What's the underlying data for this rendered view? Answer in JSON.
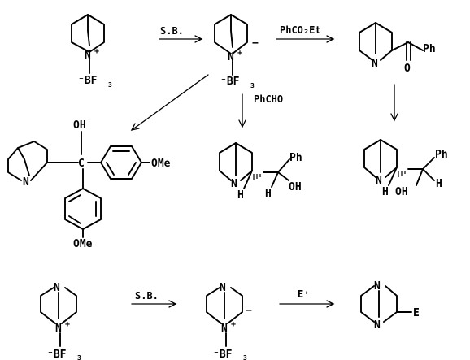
{
  "scheme": {
    "labels": {
      "sb": "S.B.",
      "ester": "PhCO₂Et",
      "aldehyde": "PhCHO",
      "electrophile": "E⁺"
    },
    "atoms": {
      "n": "N",
      "n_plus": "N",
      "plus": "+",
      "minus": "−",
      "bf3": "⁻BF",
      "bf3_sub": "3",
      "ph": "Ph",
      "oh": "OH",
      "o": "O",
      "h": "H",
      "c": "C",
      "ome": "OMe",
      "e": "E"
    }
  }
}
